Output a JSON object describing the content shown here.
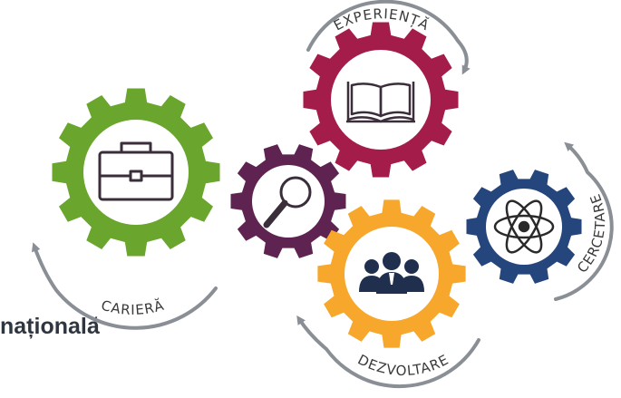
{
  "partial_title": "națională",
  "labels": {
    "experienta": "EXPERIENȚĂ",
    "cariera": "CARIERĂ",
    "dezvoltare": "DEZVOLTARE",
    "cercetare": "CERCETARE"
  },
  "gears": [
    {
      "name": "cariera-gear",
      "color": "#6aa62e",
      "icon": "briefcase-icon"
    },
    {
      "name": "research-gear",
      "color": "#5e2350",
      "icon": "magnifier-icon"
    },
    {
      "name": "experienta-gear",
      "color": "#a31c4a",
      "icon": "open-book-icon"
    },
    {
      "name": "dezvoltare-gear",
      "color": "#f7a72b",
      "icon": "team-people-icon"
    },
    {
      "name": "cercetare-gear",
      "color": "#25457d",
      "icon": "atom-icon"
    }
  ],
  "colors": {
    "arrow": "#8a8f96",
    "icon_stroke": "#3a2e3a",
    "icon_fill_dark": "#1f2f4d"
  }
}
